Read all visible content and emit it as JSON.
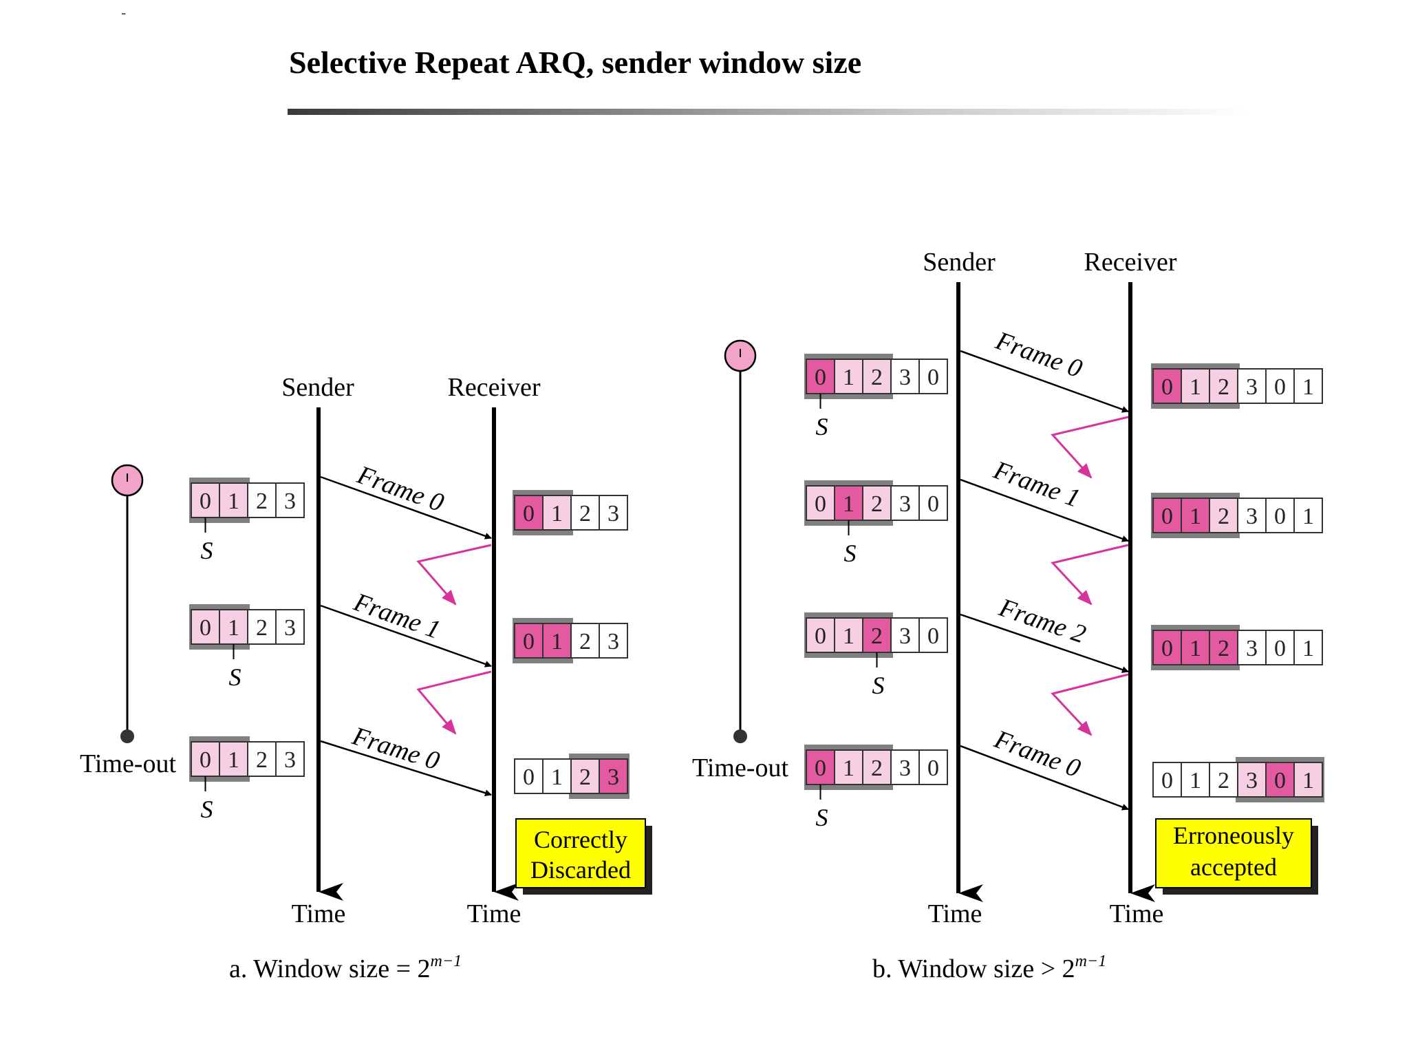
{
  "slide": {
    "title": "Selective Repeat ARQ, sender window size",
    "corner_mark": "-"
  },
  "colors": {
    "pink_strong": "#e45aa0",
    "pink_light": "#f7cfe2",
    "window_gray": "#808080",
    "arrow_magenta": "#d6339b",
    "note_yellow": "#ffff00",
    "timer_pink": "#f2a3c8"
  },
  "diagram_a": {
    "sender_label": "Sender",
    "receiver_label": "Receiver",
    "sender_time": "Time",
    "receiver_time": "Time",
    "timeout_label": "Time-out",
    "pointer_label": "S",
    "caption_prefix": "a. Window size = 2",
    "caption_exponent": "m−1",
    "note_line1": "Correctly",
    "note_line2": "Discarded",
    "frames": [
      "Frame 0",
      "Frame 1",
      "Frame 0"
    ],
    "sender_windows": [
      {
        "cells": [
          "0",
          "1",
          "2",
          "3"
        ],
        "states": [
          "light",
          "light",
          "none",
          "none"
        ],
        "pointer": 0
      },
      {
        "cells": [
          "0",
          "1",
          "2",
          "3"
        ],
        "states": [
          "light",
          "light",
          "none",
          "none"
        ],
        "pointer": 1
      },
      {
        "cells": [
          "0",
          "1",
          "2",
          "3"
        ],
        "states": [
          "light",
          "light",
          "none",
          "none"
        ],
        "pointer": 0
      }
    ],
    "receiver_windows": [
      {
        "cells": [
          "0",
          "1",
          "2",
          "3"
        ],
        "states": [
          "strong",
          "light",
          "none",
          "none"
        ]
      },
      {
        "cells": [
          "0",
          "1",
          "2",
          "3"
        ],
        "states": [
          "strong",
          "strong",
          "none",
          "none"
        ]
      },
      {
        "cells": [
          "0",
          "1",
          "2",
          "3"
        ],
        "states": [
          "none",
          "none",
          "light",
          "strong"
        ]
      }
    ]
  },
  "diagram_b": {
    "sender_label": "Sender",
    "receiver_label": "Receiver",
    "sender_time": "Time",
    "receiver_time": "Time",
    "timeout_label": "Time-out",
    "pointer_label": "S",
    "caption_prefix": "b. Window size > 2",
    "caption_exponent": "m−1",
    "note_line1": "Erroneously",
    "note_line2": "accepted",
    "frames": [
      "Frame 0",
      "Frame 1",
      "Frame 2",
      "Frame 0"
    ],
    "sender_windows": [
      {
        "cells": [
          "0",
          "1",
          "2",
          "3",
          "0"
        ],
        "states": [
          "strong",
          "light",
          "light",
          "none",
          "none"
        ],
        "pointer": 0
      },
      {
        "cells": [
          "0",
          "1",
          "2",
          "3",
          "0"
        ],
        "states": [
          "light",
          "strong",
          "light",
          "none",
          "none"
        ],
        "pointer": 1
      },
      {
        "cells": [
          "0",
          "1",
          "2",
          "3",
          "0"
        ],
        "states": [
          "light",
          "light",
          "strong",
          "none",
          "none"
        ],
        "pointer": 2
      },
      {
        "cells": [
          "0",
          "1",
          "2",
          "3",
          "0"
        ],
        "states": [
          "strong",
          "light",
          "light",
          "none",
          "none"
        ],
        "pointer": 0
      }
    ],
    "receiver_windows": [
      {
        "cells": [
          "0",
          "1",
          "2",
          "3",
          "0",
          "1"
        ],
        "states": [
          "strong",
          "light",
          "light",
          "none",
          "none",
          "none"
        ]
      },
      {
        "cells": [
          "0",
          "1",
          "2",
          "3",
          "0",
          "1"
        ],
        "states": [
          "strong",
          "strong",
          "light",
          "none",
          "none",
          "none"
        ]
      },
      {
        "cells": [
          "0",
          "1",
          "2",
          "3",
          "0",
          "1"
        ],
        "states": [
          "strong",
          "strong",
          "strong",
          "none",
          "none",
          "none"
        ]
      },
      {
        "cells": [
          "0",
          "1",
          "2",
          "3",
          "0",
          "1"
        ],
        "states": [
          "none",
          "none",
          "none",
          "light",
          "strong",
          "light"
        ]
      }
    ]
  }
}
